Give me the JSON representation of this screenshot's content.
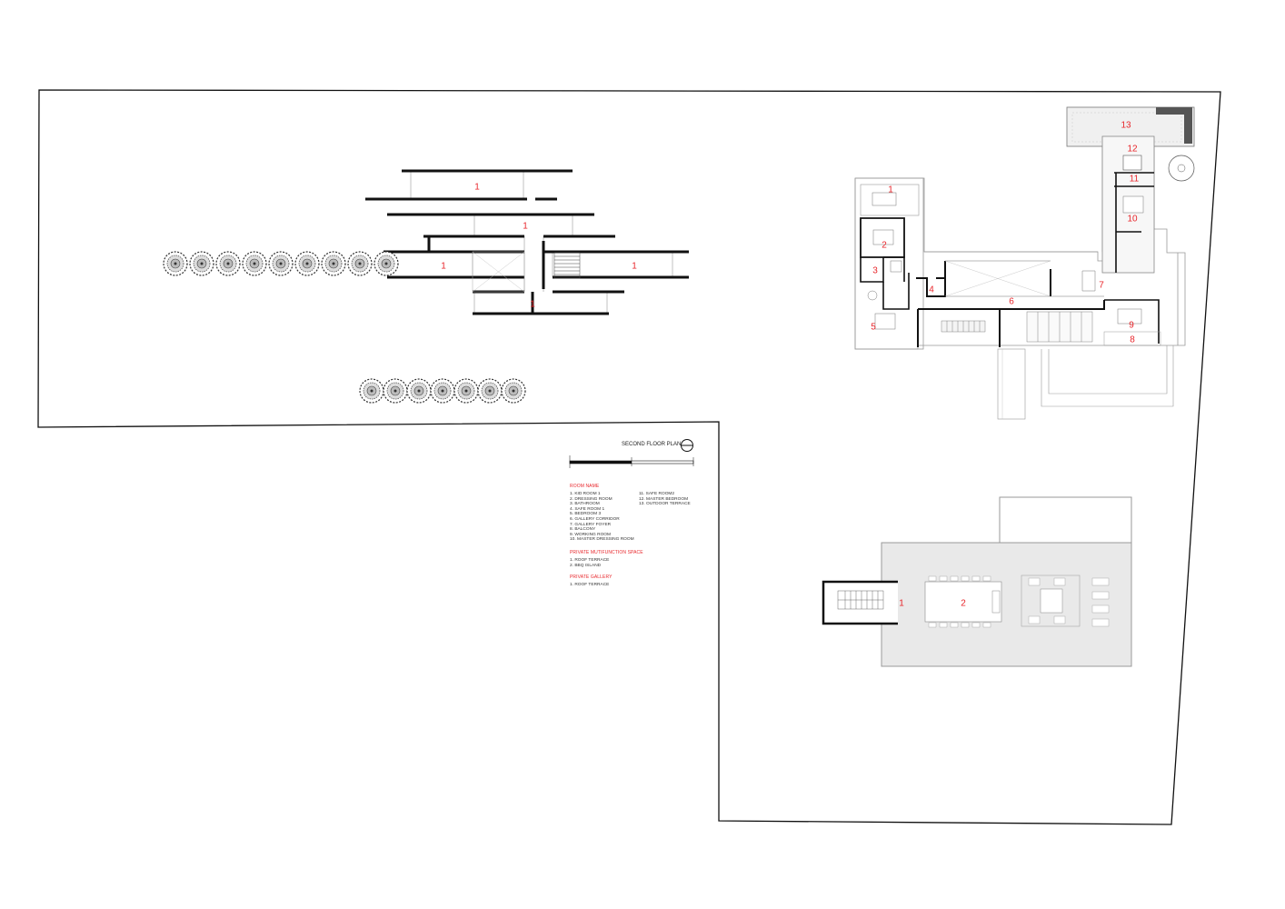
{
  "title": "SECOND FLOOR PLAN",
  "room_labels": {
    "gallery": [
      "1",
      "1",
      "1",
      "1",
      "1"
    ],
    "main_house": [
      "1",
      "2",
      "3",
      "4",
      "5",
      "6",
      "7",
      "8",
      "9",
      "10",
      "11",
      "12",
      "13"
    ],
    "multifunction": [
      "1",
      "2"
    ]
  },
  "legend": {
    "room_name": {
      "header": "ROOM NAME",
      "col1": [
        "1. KID ROOM 1",
        "2. DRESSING ROOM",
        "3. BATHROOM",
        "4. SAFE ROOM 1",
        "5. BEDROOM 3",
        "6. GALLERY CORRIDOR",
        "7. GALLERY FOYER",
        "8. BALCONY",
        "9. WORKING ROOM",
        "10. MASTER DRESSING ROOM"
      ],
      "col2": [
        "11. SAFE ROOM2",
        "12. MASTER BEDROOM",
        "13. OUTDOOR TERRACE"
      ]
    },
    "multifunction": {
      "header": "PRIVATE MUTIFUNCTION SPACE",
      "items": [
        "1. ROOF TERRACE",
        "2. BBQ ISLAND"
      ]
    },
    "gallery": {
      "header": "PRIVATE GALLERY",
      "items": [
        "1. ROOF TERRACE"
      ]
    }
  },
  "colors": {
    "label_red": "#e8262b",
    "wall": "#111111",
    "roof_grey": "#e9e9e9",
    "outline_grey": "#9a9a9a"
  },
  "icons": [
    "north-arrow-icon",
    "tree-icon",
    "stair-icon",
    "scale-bar-icon"
  ]
}
